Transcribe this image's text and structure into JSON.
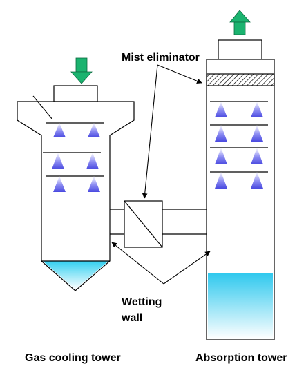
{
  "labels": {
    "mist_eliminator": "Mist eliminator",
    "wetting_wall_line1": "Wetting",
    "wetting_wall_line2": "wall",
    "gas_cooling_tower": "Gas cooling tower",
    "absorption_tower": "Absorption tower"
  },
  "colors": {
    "inlet_arrow": "#1bb36f",
    "outlet_arrow": "#1bb36f",
    "spray": "#5a5ae6",
    "liquid_top": "#33ccee",
    "liquid_bottom": "#ffffff",
    "outline": "#000000"
  },
  "icons": {
    "inlet": "arrow-down-icon",
    "outlet": "arrow-up-icon",
    "spray": "spray-cone-icon",
    "heat_exchanger": "box-with-diagonal-icon"
  }
}
